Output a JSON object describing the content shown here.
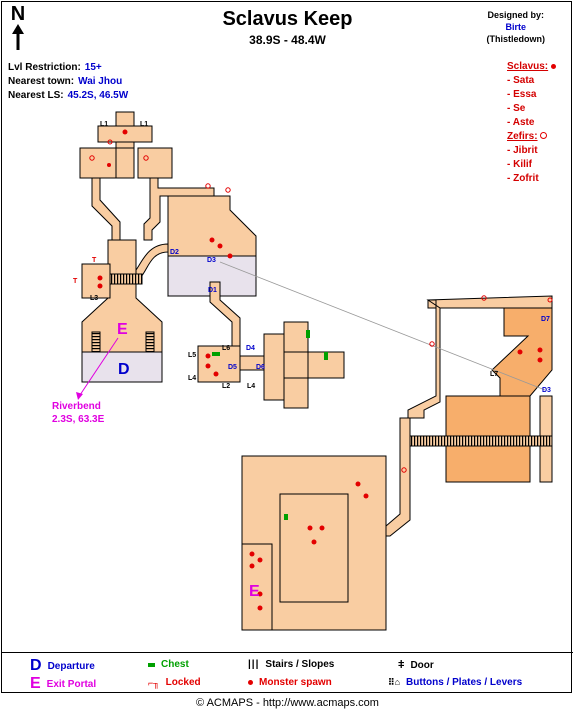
{
  "header": {
    "title": "Sclavus Keep",
    "coords": "38.9S - 48.4W",
    "north": "N",
    "designed_by_label": "Designed by:",
    "designer_name": "Birte",
    "designer_server": "(Thistledown)"
  },
  "info": {
    "level_label": "Lvl Restriction:",
    "level_value": "15+",
    "town_label": "Nearest town:",
    "town_value": "Wai Jhou",
    "ls_label": "Nearest LS:",
    "ls_value": "45.2S, 46.5W"
  },
  "npcs": {
    "sclavus_header": "Sclavus:",
    "sclavus": [
      "- Sata",
      "- Essa",
      "- Se",
      "- Aste"
    ],
    "zefirs_header": "Zefirs:",
    "zefirs": [
      "- Jibrit",
      "- Kilif",
      "- Zofrit"
    ]
  },
  "exit": {
    "name": "Riverbend",
    "coords": "2.3S, 63.3E"
  },
  "map_labels": {
    "L1": "L1",
    "L2": "L2",
    "L3": "L3",
    "L4": "L4",
    "L5": "L5",
    "L6": "L6",
    "L7": "L7",
    "D1": "D1",
    "D2": "D2",
    "D3": "D3",
    "D4": "D4",
    "D5": "D5",
    "D6": "D6",
    "D7": "D7",
    "T": "T",
    "D": "D",
    "E": "E"
  },
  "legend": {
    "departure_symbol": "D",
    "departure": "Departure",
    "exit_symbol": "E",
    "exit": "Exit Portal",
    "chest": "Chest",
    "locked": "Locked",
    "stairs": "Stairs / Slopes",
    "spawn": "Monster spawn",
    "door": "Door",
    "buttons": "Buttons / Plates / Levers"
  },
  "colors": {
    "floor": "#f9cda2",
    "dark_floor": "#f7ae6b",
    "departure_area": "#e8e2ec",
    "spawn": "#e30000",
    "chest": "#00a000",
    "blue_text": "#0000cc",
    "magenta": "#e000e0"
  },
  "footer": "© ACMAPS - http://www.acmaps.com"
}
